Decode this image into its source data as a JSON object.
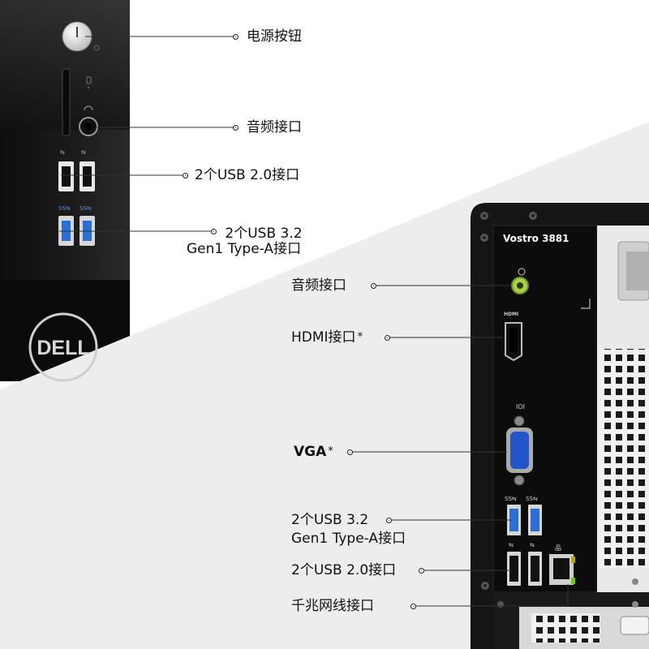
{
  "front_panel": {
    "callouts": [
      {
        "label": "电源按钮"
      },
      {
        "label": "音频接口"
      },
      {
        "label": "2个USB 2.0接口"
      },
      {
        "label_line1": "2个USB 3.2",
        "label_line2": "Gen1 Type-A接口"
      }
    ],
    "brand_logo": "DELL"
  },
  "rear_panel": {
    "model": "Vostro 3881",
    "port_icons": {
      "hdmi": "HDMI",
      "vga": "IOI",
      "usb3": "SS⇆",
      "usb2": "⇆"
    },
    "callouts": [
      {
        "label": "音频接口"
      },
      {
        "label": "HDMI接口",
        "mark": "*"
      },
      {
        "label": "VGA",
        "mark": "*"
      },
      {
        "label_line1": "2个USB 3.2",
        "label_line2": "Gen1 Type-A接口"
      },
      {
        "label": "2个USB 2.0接口"
      },
      {
        "label": "千兆网线接口"
      }
    ]
  },
  "colors": {
    "case_black": "#151515",
    "background_gray": "#ededed",
    "usb3_blue": "#2a6fd6",
    "vga_blue": "#2255c8",
    "audio_green": "#a8cf4a"
  }
}
